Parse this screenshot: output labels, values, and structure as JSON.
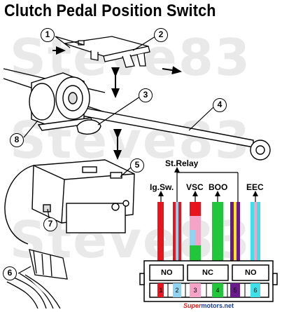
{
  "title": "Clutch Pedal Position Switch",
  "watermark": "Steve83",
  "callouts": [
    "1",
    "2",
    "3",
    "4",
    "5",
    "6",
    "7",
    "8"
  ],
  "wire_labels": {
    "ig_sw": "Ig.Sw.",
    "st_relay": "St.Relay",
    "vsc": "VSC",
    "boo": "BOO",
    "eec": "EEC"
  },
  "contact_labels": [
    "NO",
    "NC",
    "NO"
  ],
  "pins": [
    "1",
    "2",
    "3",
    "4",
    "5",
    "6"
  ],
  "footer": {
    "brand": "Super",
    "rest": "motors.net"
  },
  "colors": {
    "red": "#e8141e",
    "light_blue": "#8fd3f0",
    "pink": "#f6a3c8",
    "green": "#22c63a",
    "purple": "#6a1a8c",
    "yellow": "#f7e81a",
    "cyan": "#3fe0e8",
    "dark_green": "#0c6b2a"
  }
}
